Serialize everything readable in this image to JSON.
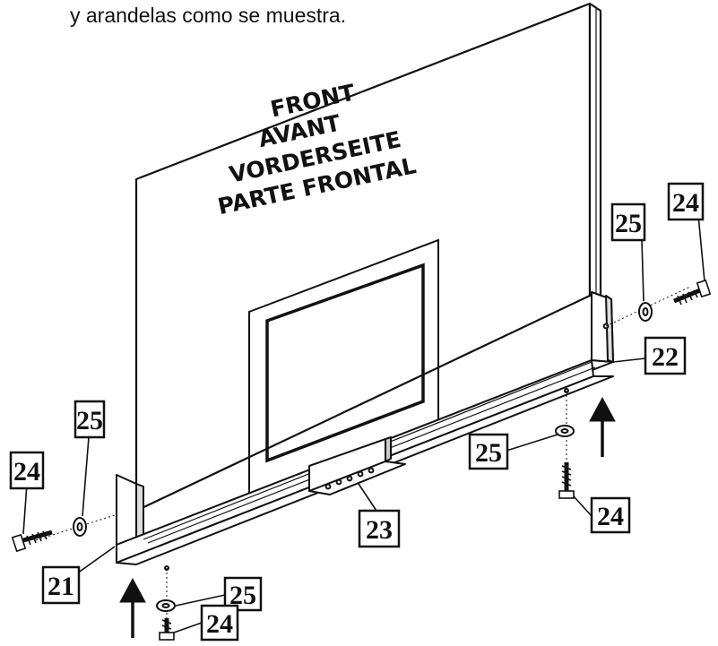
{
  "caption": "y arandelas como se muestra.",
  "front_lines": [
    "FRONT",
    "AVANT",
    "VORDERSEITE",
    "PARTE FRONTAL"
  ],
  "labels": {
    "p21": "21",
    "p22": "22",
    "p23": "23",
    "p24_left": "24",
    "p24_right_top": "24",
    "p24_right_bottom": "24",
    "p24_bottom": "24",
    "p25_left": "25",
    "p25_right_top": "25",
    "p25_right_mid": "25",
    "p25_bottom": "25"
  },
  "colors": {
    "ink": "#111111",
    "paper": "#ffffff",
    "window": "#ffffff"
  }
}
